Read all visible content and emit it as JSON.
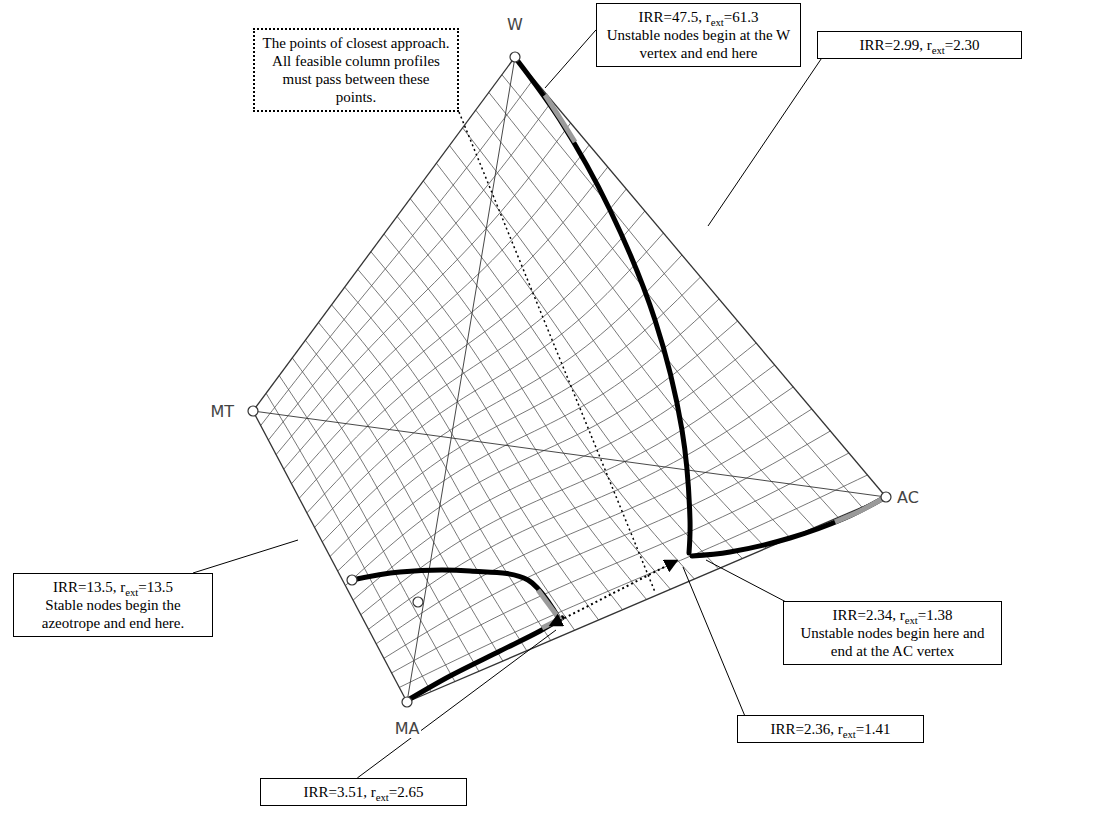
{
  "diagram": {
    "nodes": [
      {
        "text": [
          "The points of closest approach. All feasible column profiles must pass between these points."
        ]
      },
      {
        "text": [
          "IRR=47.5, rext=61.3",
          "Unstable nodes begin at the W vertex and end here"
        ]
      },
      {
        "text": [
          "IRR=2.99, rext=2.30"
        ]
      },
      {
        "text": [
          "IRR=13.5, rext=13.5",
          "Stable nodes begin the azeotrope and end here."
        ]
      },
      {
        "text": [
          "IRR=2.34, rext=1.38",
          "Unstable nodes begin here and end at the AC vertex"
        ]
      },
      {
        "text": [
          "IRR=2.36, rext=1.41"
        ]
      },
      {
        "text": [
          "IRR=3.51, rext=2.65"
        ]
      }
    ],
    "labels": [
      "W",
      "MT",
      "AC",
      "MA"
    ]
  }
}
